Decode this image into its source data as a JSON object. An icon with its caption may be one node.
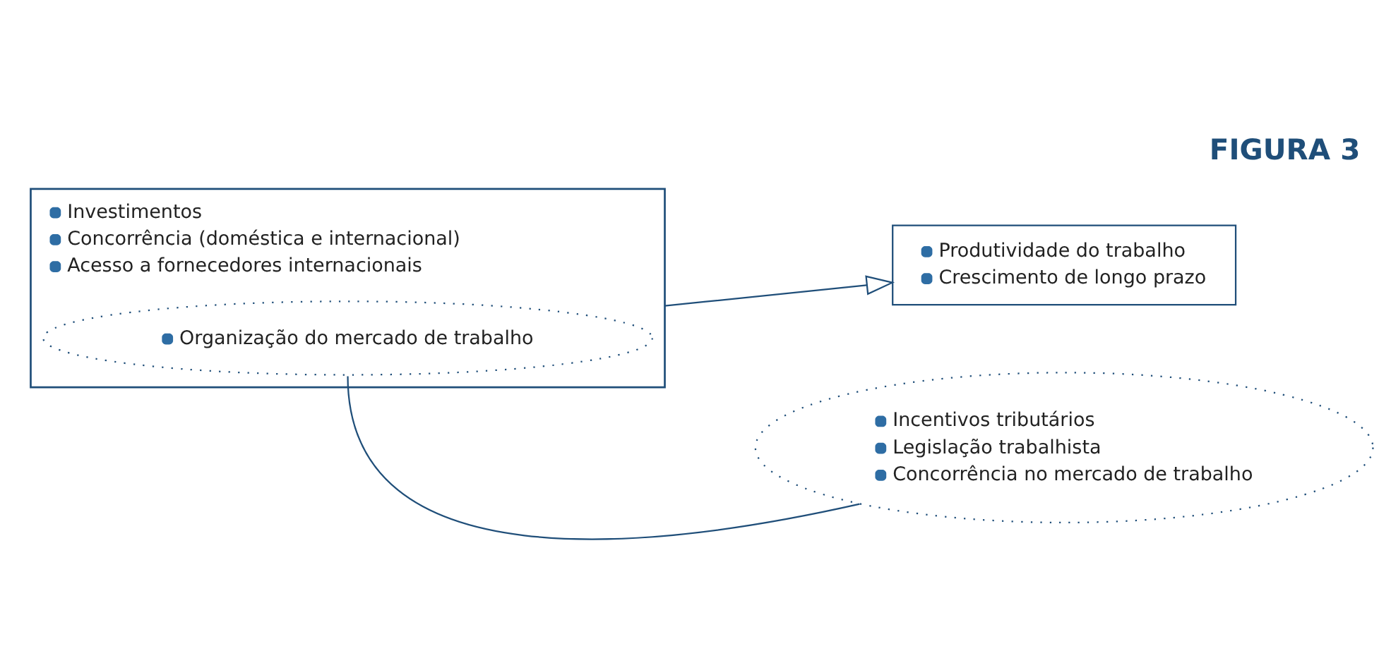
{
  "diagram": {
    "title": "FIGURA 3",
    "nodes": [
      {
        "text": [
          "Investimentos",
          "Concorrência (doméstica e internacional)",
          "Acesso a fornecedores internacionais"
        ]
      },
      {
        "text": [
          "Organização do mercado de trabalho"
        ],
        "in": 0
      },
      {
        "text": [
          "Produtividade do trabalho",
          "Crescimento de longo prazo"
        ]
      },
      {
        "text": [
          "Incentivos tributários",
          "Legislação trabalhista",
          "Concorrência no mercado de trabalho"
        ]
      }
    ],
    "edges": [
      {
        "from": 0,
        "to": 2,
        "arrow": "to"
      },
      {
        "from": 1,
        "to": 3,
        "arrow": "none"
      }
    ]
  }
}
